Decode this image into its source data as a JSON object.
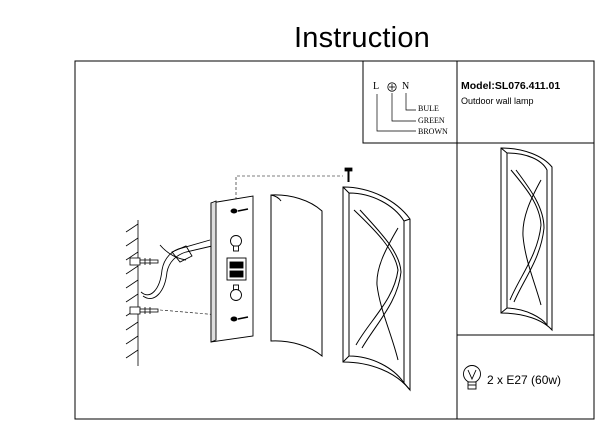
{
  "title": "Instruction",
  "model_label": "Model:SL076.411.01",
  "lamp_type": "Outdoor wall lamp",
  "terminals": {
    "live": "L",
    "neutral": "N"
  },
  "wires": [
    "BULE",
    "GREEN",
    "BROWN"
  ],
  "bulb_spec": "2 x E27 (60w)",
  "icons": [
    "ground-symbol-icon",
    "bulb-icon",
    "screw-icon",
    "wall-icon",
    "mounting-plate-icon",
    "lamp-shade-icon",
    "lamp-cage-icon"
  ]
}
